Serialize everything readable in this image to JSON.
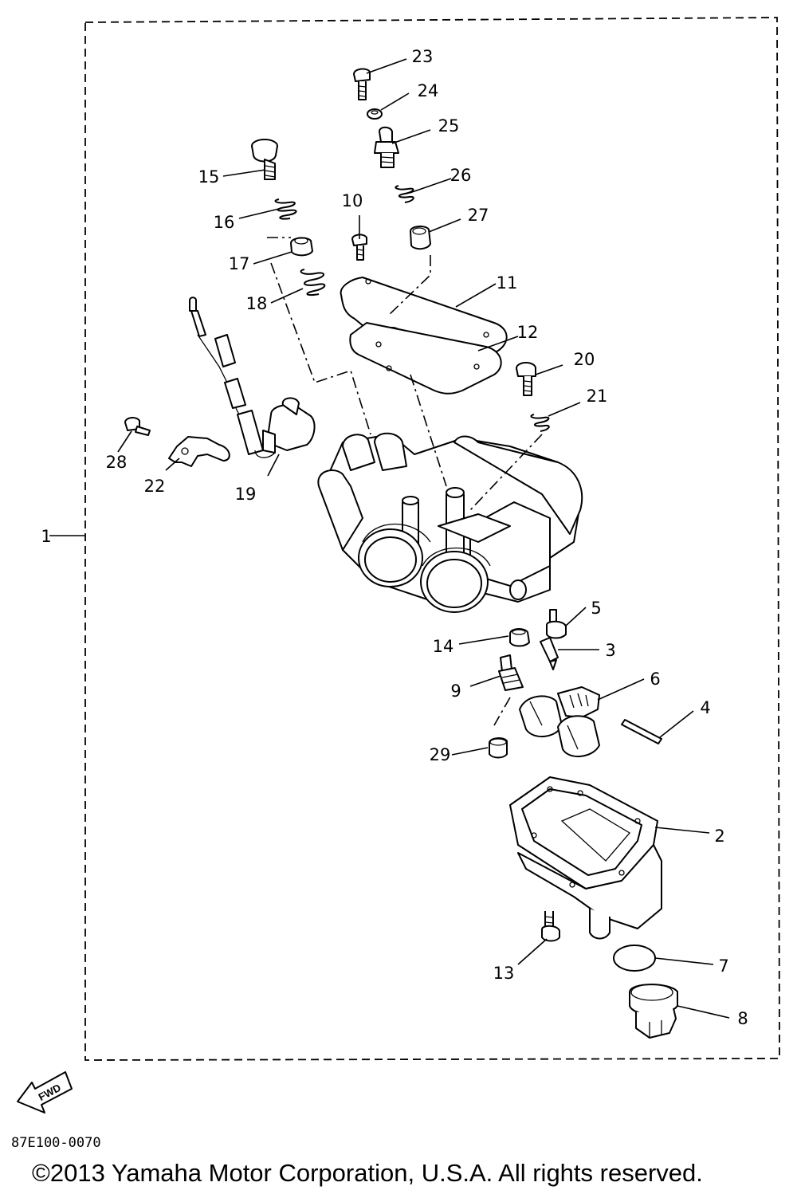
{
  "diagram_code": "87E100-0070",
  "copyright": "©2013 Yamaha Motor Corporation, U.S.A. All rights reserved.",
  "fwd_label": "FWD",
  "callouts": {
    "p1": "1",
    "p2": "2",
    "p3": "3",
    "p4": "4",
    "p5": "5",
    "p6": "6",
    "p7": "7",
    "p8": "8",
    "p9": "9",
    "p10": "10",
    "p11": "11",
    "p12": "12",
    "p13": "13",
    "p14": "14",
    "p15": "15",
    "p16": "16",
    "p17": "17",
    "p18": "18",
    "p19": "19",
    "p20": "20",
    "p21": "21",
    "p22": "22",
    "p23": "23",
    "p24": "24",
    "p25": "25",
    "p26": "26",
    "p27": "27",
    "p28": "28",
    "p29": "29"
  }
}
